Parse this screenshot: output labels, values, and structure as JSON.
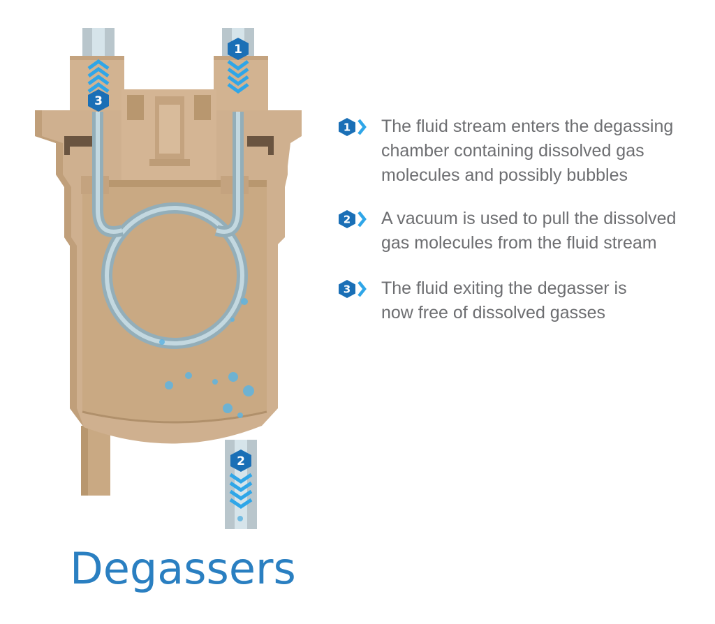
{
  "title": "Degassers",
  "colors": {
    "accent": "#1a6fb6",
    "accent_light": "#2fa6e8",
    "body": "#cfb08f",
    "body_dark": "#b8976f",
    "body_shadow": "#a88661",
    "tube": "#a9c8d6",
    "text": "#6d6e71",
    "title": "#2a7fc1"
  },
  "steps": [
    {
      "number": "1",
      "text": "The fluid stream enters the degassing chamber containing dissolved gas molecules and possibly bubbles"
    },
    {
      "number": "2",
      "text": "A vacuum is used to pull the dissolved gas molecules from the fluid stream"
    },
    {
      "number": "3",
      "text": "The fluid exiting the degasser is now free of dissolved gasses"
    }
  ],
  "port_labels": {
    "inlet": "1",
    "vacuum": "2",
    "outlet": "3"
  }
}
